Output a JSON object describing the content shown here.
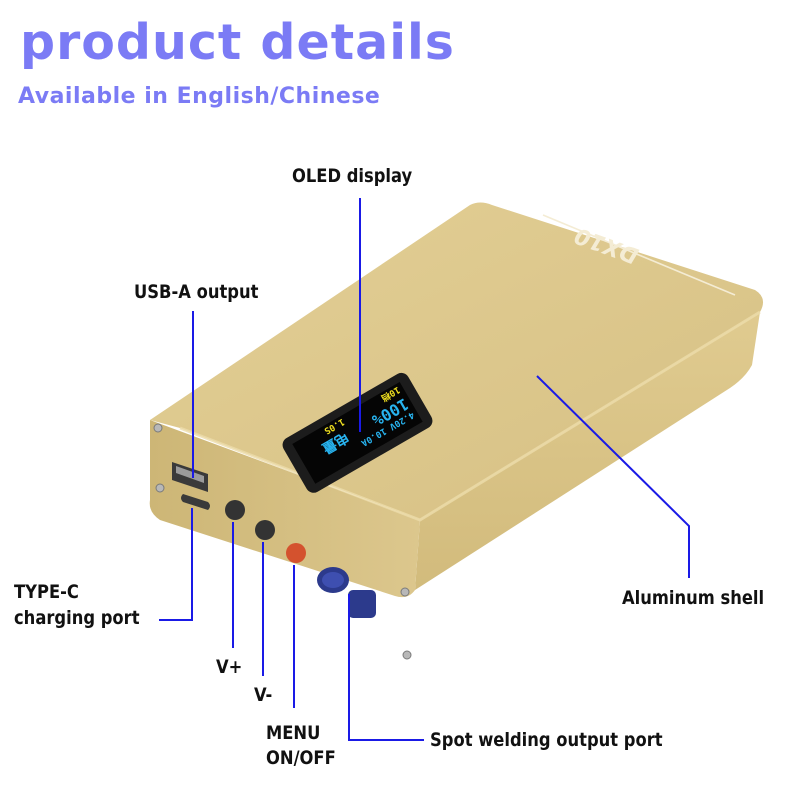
{
  "header": {
    "title": "product details",
    "subtitle": "Available in English/Chinese"
  },
  "colors": {
    "title": "#7b7bf5",
    "callout_line": "#1a1ae6",
    "shell": "#d9c48c",
    "oled_blue": "#28b4f0",
    "oled_yellow": "#f0e020"
  },
  "device": {
    "brand": "DX10",
    "oled": {
      "battery_label": "电量",
      "battery_percent": "100%",
      "voltage": "4.20V",
      "current": "10.0A",
      "time": "1.0S",
      "gear": "10档"
    }
  },
  "callouts": {
    "oled_display": "OLED display",
    "usb_a_output": "USB-A output",
    "type_c_line1": "TYPE-C",
    "type_c_line2": "charging port",
    "v_plus": "V+",
    "v_minus": "V-",
    "menu_line1": "MENU",
    "menu_line2": "ON/OFF",
    "spot_welding": "Spot welding output port",
    "aluminum_shell": "Aluminum shell"
  }
}
